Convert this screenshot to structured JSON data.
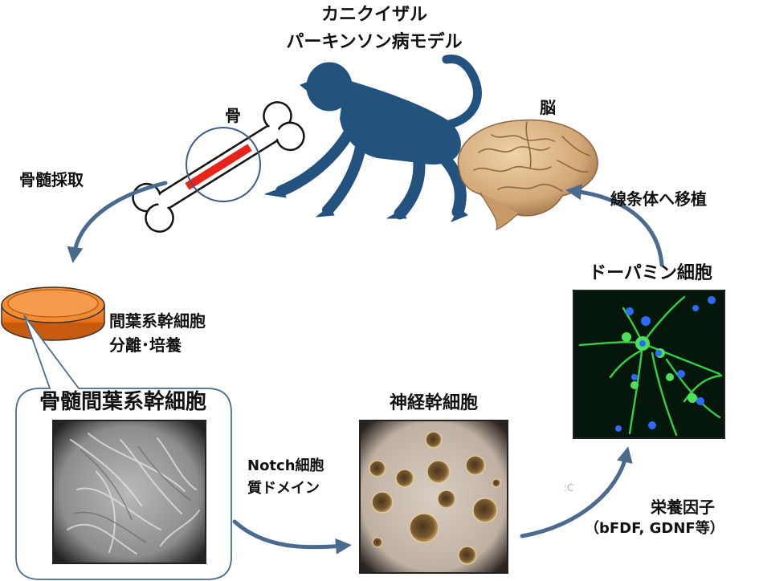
{
  "title": {
    "line1": "カニクイザル",
    "line2": "パーキンソン病モデル"
  },
  "labels": {
    "bone": "骨",
    "brain": "脳",
    "bone_marrow_collection": "骨髄採取",
    "msc_isolation_line1": "間葉系幹細胞",
    "msc_isolation_line2": "分離･培養",
    "bm_msc": "骨髄間葉系幹細胞",
    "notch_line1": "Notch細胞",
    "notch_line2": "質ドメイン",
    "neural_stem": "神経幹細胞",
    "dopamine": "ドーパミン細胞",
    "transplant": "線条体へ移植",
    "trophic_line1": "栄養因子",
    "trophic_line2": "（bFDF, GDNF等）"
  },
  "colors": {
    "monkey": "#23527f",
    "arrow": "#4a6b8f",
    "dish": "#ef7a22",
    "bone_band": "#e8231a",
    "brain": "#d9b482",
    "frame": "#2c2c2c"
  }
}
